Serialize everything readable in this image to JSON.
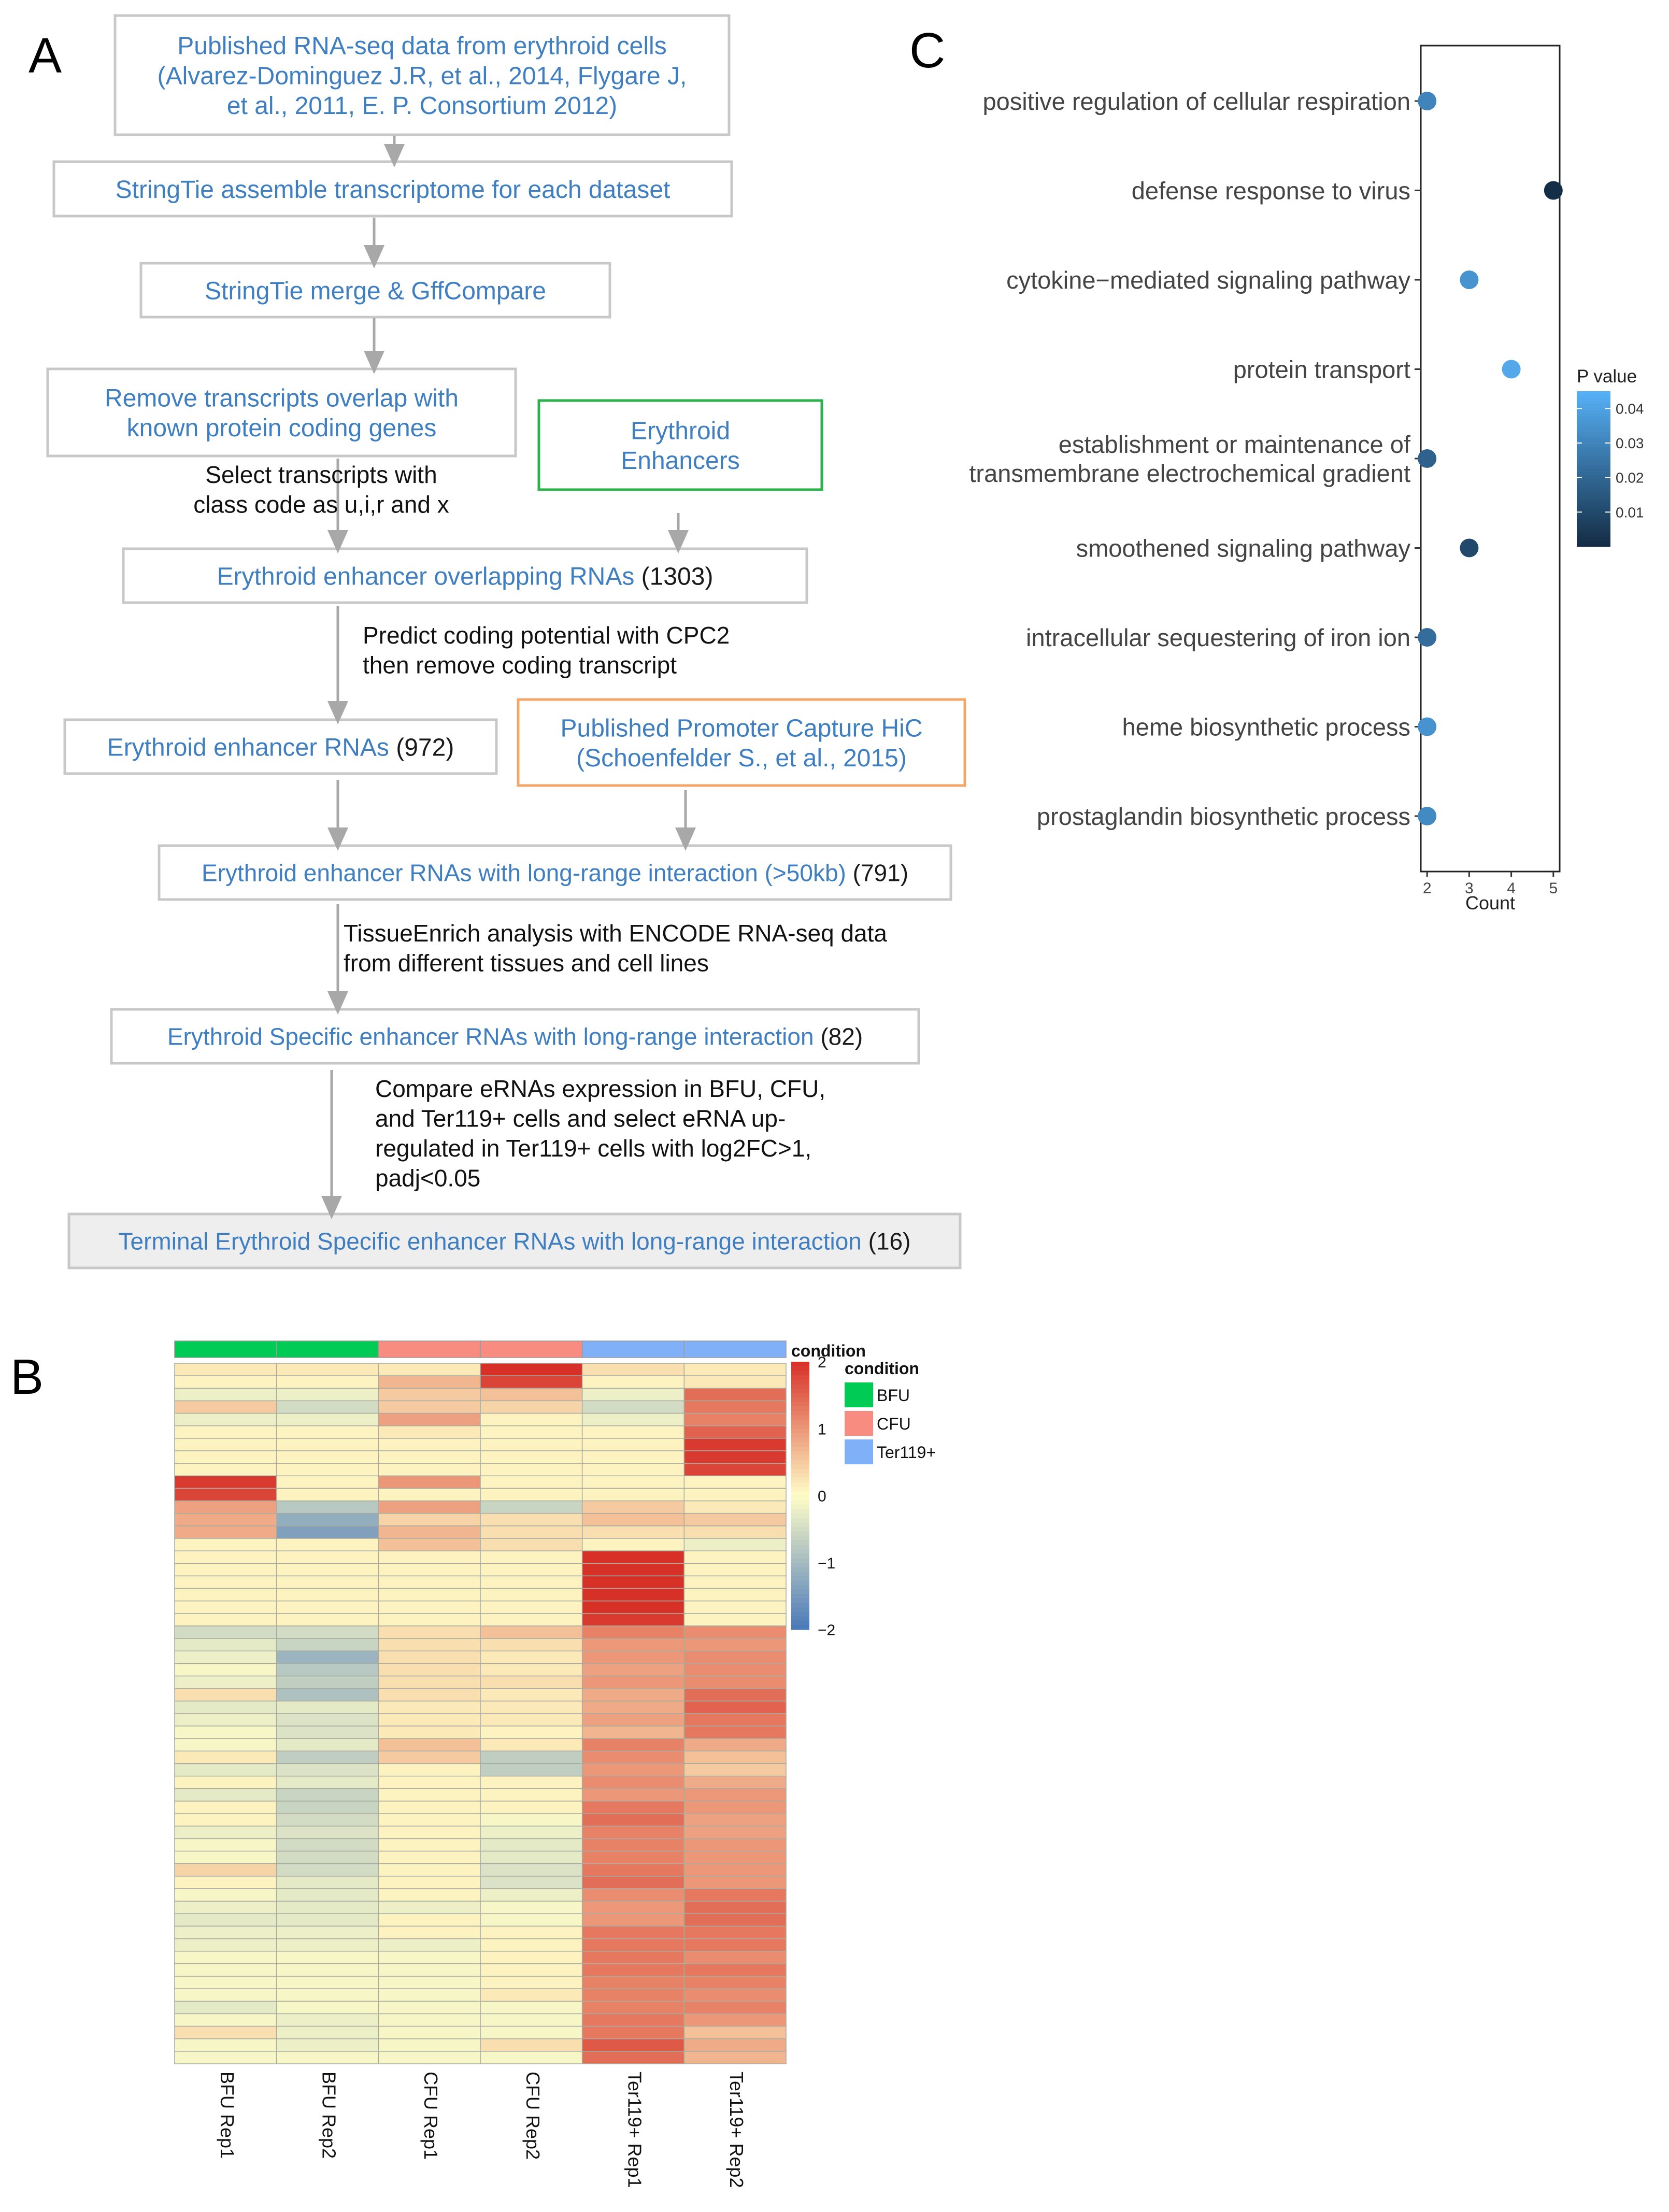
{
  "panel_labels": {
    "a": "A",
    "b": "B",
    "c": "C"
  },
  "colors": {
    "blue_text": "#3f7fc1",
    "box_border": "#c8c8c8",
    "green_border": "#2bb24c",
    "orange_border": "#f3a76a",
    "arrow": "#a8a8a8"
  },
  "flowchart": {
    "boxes": [
      {
        "lines": [
          "Published RNA-seq  data  from erythroid cells",
          "(Alvarez-Dominguez  J.R, et al., 2014, Flygare J,",
          "et al., 2011,  E. P. Consortium 2012)"
        ],
        "count": ""
      },
      {
        "lines": [
          "StringTie  assemble  transcriptome  for each dataset"
        ],
        "count": ""
      },
      {
        "lines": [
          "StringTie  merge & GffCompare"
        ],
        "count": ""
      },
      {
        "lines": [
          "Remove  transcripts  overlap  with",
          "known protein  coding genes"
        ],
        "count": ""
      },
      {
        "lines": [
          "Erythroid",
          "Enhancers"
        ],
        "count": ""
      },
      {
        "lines": [
          "Erythroid  enhancer overlapping  RNAs"
        ],
        "count": "(1303)"
      },
      {
        "lines": [
          "Erythroid  enhancer RNAs"
        ],
        "count": "(972)"
      },
      {
        "lines": [
          "Published  Promoter  Capture  HiC",
          "(Schoenfelder  S., et al., 2015)"
        ],
        "count": ""
      },
      {
        "lines": [
          "Erythroid  enhancer RNAs with long-range interaction (>50kb)"
        ],
        "count": "(791)"
      },
      {
        "lines": [
          "Erythroid  Specific enhancer RNAs with long-range interaction"
        ],
        "count": "(82)"
      },
      {
        "lines": [
          "Terminal Erythroid  Specific enhancer RNAs with long-range interaction"
        ],
        "count": "(16)"
      }
    ],
    "notes": [
      {
        "lines": [
          "Select transcripts  with",
          "class code as u,i,r and  x"
        ]
      },
      {
        "lines": [
          "Predict coding potential  with  CPC2",
          "then remove coding transcript"
        ]
      },
      {
        "lines": [
          "TissueEnrich analysis with ENCODE RNA-seq data",
          "from different tissues and cell lines"
        ]
      },
      {
        "lines": [
          "Compare  eRNAs  expression  in BFU, CFU,",
          "and Ter119+ cells and select eRNA up-",
          "regulated  in Ter119+ cells with log2FC>1,",
          "padj<0.05"
        ]
      }
    ]
  },
  "chart_data": [
    {
      "type": "heatmap",
      "panel": "B",
      "columns": [
        "BFU Rep1",
        "BFU Rep2",
        "CFU Rep1",
        "CFU Rep2",
        "Ter119+ Rep1",
        "Ter119+ Rep2"
      ],
      "column_conditions": [
        "BFU",
        "BFU",
        "CFU",
        "CFU",
        "Ter119+",
        "Ter119+"
      ],
      "annotation_title": "condition",
      "legend": {
        "title": "condition",
        "items": [
          {
            "label": "BFU",
            "color": "#00cc55"
          },
          {
            "label": "CFU",
            "color": "#f88c80"
          },
          {
            "label": "Ter119+",
            "color": "#80b0f8"
          }
        ]
      },
      "color_scale": {
        "range": [
          -2,
          2
        ],
        "ticks": [
          "2",
          "1",
          "0",
          "−1",
          "−2"
        ],
        "colors": [
          "#4a78b8",
          "#fffdc8",
          "#d73027"
        ]
      },
      "values": [
        [
          0.2,
          0.2,
          0.2,
          2.0,
          0.3,
          0.2
        ],
        [
          0.1,
          0.1,
          0.7,
          1.8,
          0.1,
          0.2
        ],
        [
          -0.2,
          -0.2,
          0.5,
          0.6,
          -0.2,
          1.4
        ],
        [
          0.5,
          -0.5,
          0.5,
          0.4,
          -0.5,
          1.3
        ],
        [
          -0.2,
          -0.2,
          0.9,
          0.1,
          -0.2,
          1.2
        ],
        [
          0.1,
          0.1,
          0.2,
          0.1,
          0.1,
          1.5
        ],
        [
          0.1,
          0.1,
          0.1,
          0.1,
          0.1,
          1.9
        ],
        [
          0.1,
          0.1,
          0.1,
          0.1,
          0.1,
          1.9
        ],
        [
          0.1,
          0.1,
          0.1,
          0.1,
          0.1,
          1.8
        ],
        [
          1.9,
          0.1,
          1.0,
          0.1,
          0.1,
          0.1
        ],
        [
          1.8,
          0.1,
          0.1,
          0.1,
          0.1,
          0.1
        ],
        [
          0.9,
          -0.8,
          0.9,
          -0.6,
          0.5,
          0.2
        ],
        [
          0.8,
          -1.2,
          0.4,
          0.3,
          0.6,
          0.5
        ],
        [
          0.8,
          -1.4,
          0.7,
          0.3,
          0.3,
          0.3
        ],
        [
          0.1,
          0.1,
          0.6,
          0.3,
          0.1,
          -0.2
        ],
        [
          0.1,
          0.1,
          0.1,
          0.1,
          2.0,
          0.1
        ],
        [
          0.1,
          0.1,
          0.1,
          0.1,
          2.0,
          0.1
        ],
        [
          0.1,
          0.1,
          0.1,
          0.1,
          2.0,
          0.1
        ],
        [
          0.1,
          0.1,
          0.1,
          0.1,
          2.0,
          0.1
        ],
        [
          0.1,
          0.1,
          0.1,
          0.1,
          2.0,
          0.1
        ],
        [
          0.1,
          0.1,
          0.1,
          0.1,
          1.9,
          0.1
        ],
        [
          -0.5,
          -0.5,
          0.3,
          0.6,
          1.2,
          1.1
        ],
        [
          -0.3,
          -0.6,
          0.3,
          0.3,
          1.0,
          1.0
        ],
        [
          -0.2,
          -1.1,
          0.3,
          0.2,
          1.0,
          1.1
        ],
        [
          -0.1,
          -0.8,
          0.3,
          0.2,
          0.9,
          1.1
        ],
        [
          -0.2,
          -0.7,
          0.3,
          0.3,
          1.0,
          1.1
        ],
        [
          0.3,
          -0.9,
          0.3,
          0.2,
          0.8,
          1.4
        ],
        [
          -0.3,
          -0.3,
          0.2,
          0.2,
          0.8,
          1.5
        ],
        [
          -0.2,
          -0.4,
          0.2,
          0.2,
          0.9,
          1.3
        ],
        [
          -0.1,
          -0.4,
          0.2,
          0.1,
          0.7,
          1.3
        ],
        [
          -0.1,
          -0.3,
          0.6,
          0.2,
          1.2,
          0.8
        ],
        [
          0.2,
          -0.7,
          0.5,
          -0.7,
          1.1,
          0.6
        ],
        [
          -0.3,
          -0.4,
          0.1,
          -0.7,
          1.0,
          0.5
        ],
        [
          0.1,
          -0.3,
          0.1,
          0.1,
          1.1,
          0.8
        ],
        [
          -0.3,
          -0.6,
          0.1,
          0.1,
          1.0,
          1.0
        ],
        [
          0.1,
          -0.6,
          0.1,
          0.1,
          1.3,
          1.0
        ],
        [
          0.1,
          -0.5,
          0.1,
          -0.1,
          1.4,
          0.9
        ],
        [
          -0.2,
          -0.4,
          0.1,
          -0.2,
          1.2,
          0.9
        ],
        [
          -0.1,
          -0.5,
          0.1,
          -0.3,
          1.2,
          1.0
        ],
        [
          -0.1,
          -0.5,
          0.1,
          -0.3,
          1.2,
          1.0
        ],
        [
          0.4,
          -0.5,
          0.1,
          -0.4,
          1.3,
          1.0
        ],
        [
          0.1,
          -0.3,
          0.1,
          -0.4,
          1.4,
          1.0
        ],
        [
          -0.1,
          -0.3,
          0.1,
          -0.2,
          1.1,
          1.3
        ],
        [
          -0.2,
          -0.3,
          -0.2,
          -0.1,
          1.0,
          1.4
        ],
        [
          -0.3,
          -0.3,
          0.1,
          -0.1,
          1.0,
          1.4
        ],
        [
          -0.2,
          -0.2,
          0.1,
          0.1,
          1.3,
          1.3
        ],
        [
          -0.2,
          -0.2,
          -0.2,
          0.1,
          1.3,
          1.3
        ],
        [
          -0.1,
          -0.1,
          -0.1,
          0.1,
          1.3,
          1.1
        ],
        [
          -0.1,
          -0.1,
          -0.1,
          0.1,
          1.3,
          1.3
        ],
        [
          -0.1,
          -0.1,
          -0.1,
          0.1,
          1.2,
          1.2
        ],
        [
          -0.1,
          -0.1,
          -0.1,
          0.2,
          1.2,
          1.1
        ],
        [
          -0.3,
          -0.1,
          -0.1,
          -0.1,
          1.2,
          1.2
        ],
        [
          -0.1,
          -0.2,
          -0.1,
          -0.1,
          1.3,
          1.0
        ],
        [
          0.3,
          -0.2,
          -0.1,
          -0.1,
          1.3,
          0.6
        ],
        [
          -0.1,
          -0.2,
          -0.1,
          0.3,
          1.6,
          0.8
        ],
        [
          -0.1,
          -0.1,
          -0.1,
          -0.1,
          1.4,
          0.7
        ]
      ]
    },
    {
      "type": "scatter",
      "panel": "C",
      "categories": [
        [
          "positive regulation of cellular respiration"
        ],
        [
          "defense response to virus"
        ],
        [
          "cytokine−mediated signaling pathway"
        ],
        [
          "protein transport"
        ],
        [
          "establishment or maintenance of",
          "transmembrane electrochemical gradient"
        ],
        [
          "smoothened signaling pathway"
        ],
        [
          "intracellular sequestering of iron ion"
        ],
        [
          "heme biosynthetic process"
        ],
        [
          "prostaglandin biosynthetic process"
        ]
      ],
      "count": [
        2,
        5,
        3,
        4,
        2,
        3,
        2,
        2,
        2
      ],
      "p_value": [
        0.03,
        0.001,
        0.035,
        0.042,
        0.018,
        0.01,
        0.022,
        0.035,
        0.032
      ],
      "xlabel": "Count",
      "xticks": [
        2,
        3,
        4,
        5
      ],
      "xlim": [
        1.85,
        5.15
      ],
      "legend": {
        "title": "P value",
        "ticks": [
          "0.04",
          "0.03",
          "0.02",
          "0.01"
        ],
        "range": [
          0,
          0.045
        ],
        "colors": [
          "#132b43",
          "#56b1f7"
        ]
      }
    }
  ]
}
